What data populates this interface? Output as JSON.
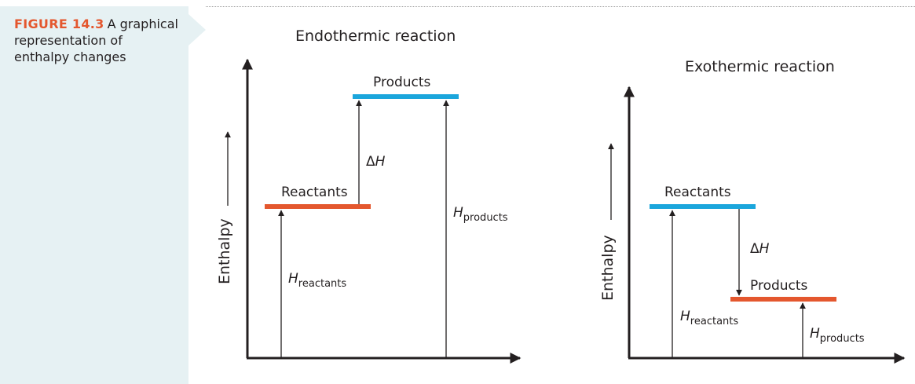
{
  "caption": {
    "figure_number": "FIGURE 14.3",
    "text": "A graphical representation of enthalpy changes"
  },
  "colors": {
    "low_level": "#e4572e",
    "high_level": "#1ba6dc",
    "axis": "#231f20",
    "panel": "#e6f1f3"
  },
  "endothermic": {
    "title": "Endothermic reaction",
    "y_label": "Enthalpy",
    "reactants_label": "Reactants",
    "products_label": "Products",
    "delta_symbol": "Δ",
    "delta_var": "H",
    "h_symbol": "H",
    "h_reactants_sub": "reactants",
    "h_products_sub": "products"
  },
  "exothermic": {
    "title": "Exothermic reaction",
    "y_label": "Enthalpy",
    "reactants_label": "Reactants",
    "products_label": "Products",
    "delta_symbol": "Δ",
    "delta_var": "H",
    "h_symbol": "H",
    "h_reactants_sub": "reactants",
    "h_products_sub": "products"
  }
}
